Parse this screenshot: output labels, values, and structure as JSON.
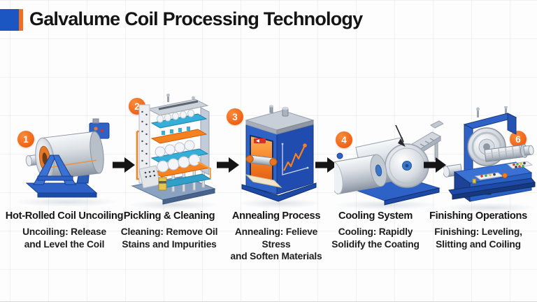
{
  "header": {
    "title": "Galvalume Coil Processing Technology"
  },
  "steps": [
    {
      "number": "1",
      "title": "Hot-Rolled Coil Uncoiling",
      "desc_line1": "Uncoiling: Release",
      "desc_line2": "and Level the Coil",
      "icon": "uncoiler-machine-icon"
    },
    {
      "number": "2",
      "title": "Pickling & Cleaning",
      "desc_line1": "Cleaning: Remove Oil",
      "desc_line2": "Stains and Impurities",
      "icon": "pickling-tank-icon"
    },
    {
      "number": "3",
      "title": "Annealing Process",
      "desc_line1": "Annealing: Felieve Stress",
      "desc_line2": "and Soften Materials",
      "icon": "annealing-furnace-icon"
    },
    {
      "number": "4",
      "title": "Cooling System",
      "desc_line1": "Cooling: Rapidly",
      "desc_line2": "Solidify the Coating",
      "icon": "cooling-coils-icon"
    },
    {
      "number": "6",
      "title": "Finishing Operations",
      "desc_line1": "Finishing: Leveling,",
      "desc_line2": "Slitting and Coiling",
      "icon": "finishing-machine-icon"
    }
  ],
  "colors": {
    "logo_blue": "#1b56c2",
    "logo_orange": "#f07020",
    "badge_orange": "#ef5f12",
    "machine_blue": "#2e62c6",
    "process_orange": "#f5821f",
    "arrow_black": "#151515"
  }
}
